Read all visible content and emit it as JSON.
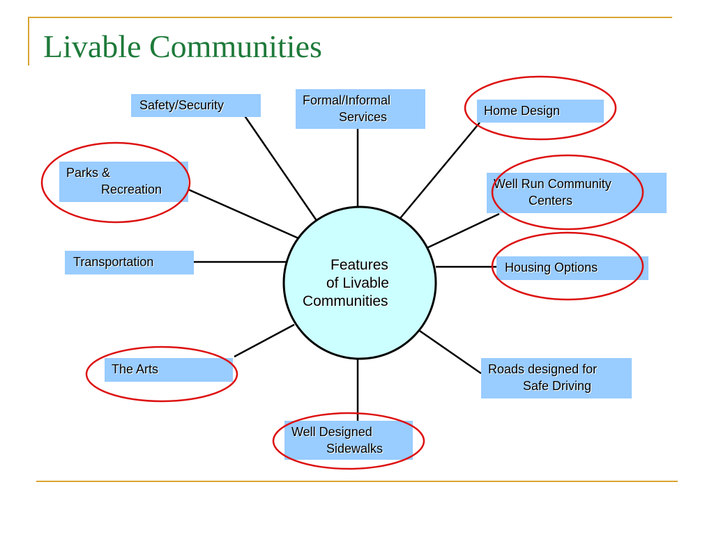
{
  "slide": {
    "title": "Livable Communities",
    "colors": {
      "accent": "#d9a431",
      "title": "#1e7a3a",
      "box": "#99ccff",
      "hub": "#ccffff",
      "highlight": "#dd1111"
    }
  },
  "hub": {
    "lines": [
      "Features",
      "of Livable",
      "Communities"
    ]
  },
  "features": {
    "safety": {
      "lines": [
        "Safety/Security"
      ],
      "circled": false
    },
    "services": {
      "lines": [
        "Formal/Informal",
        "Services"
      ],
      "circled": false
    },
    "home_design": {
      "lines": [
        "Home Design"
      ],
      "circled": true
    },
    "parks": {
      "lines": [
        "Parks &",
        "Recreation"
      ],
      "circled": true
    },
    "community": {
      "lines": [
        "Well Run Community",
        "Centers"
      ],
      "circled": true
    },
    "transportation": {
      "lines": [
        "Transportation"
      ],
      "circled": false
    },
    "housing": {
      "lines": [
        "Housing Options"
      ],
      "circled": true
    },
    "arts": {
      "lines": [
        "The Arts"
      ],
      "circled": true
    },
    "roads": {
      "lines": [
        "Roads designed for",
        "Safe Driving"
      ],
      "circled": false
    },
    "sidewalks": {
      "lines": [
        "Well Designed",
        "Sidewalks"
      ],
      "circled": true
    }
  }
}
